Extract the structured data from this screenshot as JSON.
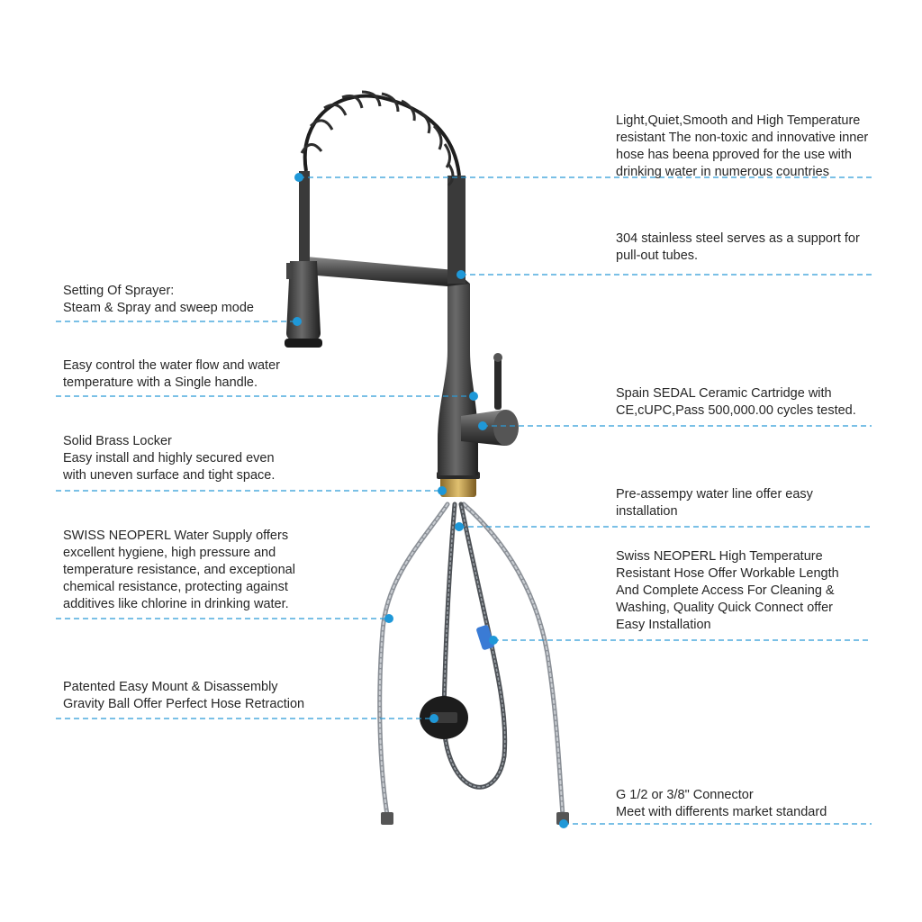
{
  "accent_color": "#1f98d8",
  "callouts": [
    {
      "id": "inner-hose",
      "side": "right",
      "text": "Light,Quiet,Smooth and High Temperature\nresistant The non-toxic and innovative inner\nhose has beena pproved for the use with\ndrinking water in numerous countries"
    },
    {
      "id": "stainless-support",
      "side": "right",
      "text": "304 stainless steel serves as a support for\npull-out tubes."
    },
    {
      "id": "sprayer-setting",
      "side": "left",
      "text": "Setting Of Sprayer:\nSteam & Spray and sweep mode"
    },
    {
      "id": "single-handle",
      "side": "left",
      "text": "Easy control the water flow and water\ntemperature with a Single handle."
    },
    {
      "id": "ceramic-cartridge",
      "side": "right",
      "text": "Spain SEDAL Ceramic Cartridge with\nCE,cUPC,Pass 500,000.00 cycles tested."
    },
    {
      "id": "brass-locker",
      "side": "left",
      "text": "Solid Brass Locker\nEasy install and highly secured even\nwith uneven surface and tight space."
    },
    {
      "id": "water-line",
      "side": "right",
      "text": "Pre-assempy water line offer easy\ninstallation"
    },
    {
      "id": "neoperl-supply",
      "side": "left",
      "text": "SWISS NEOPERL Water Supply offers\nexcellent hygiene, high pressure and\ntemperature resistance, and exceptional\nchemical resistance, protecting against\nadditives like chlorine in drinking water."
    },
    {
      "id": "neoperl-hose",
      "side": "right",
      "text": "Swiss NEOPERL High Temperature\nResistant Hose Offer Workable Length\nAnd Complete Access For Cleaning &\nWashing, Quality Quick Connect offer\nEasy Installation"
    },
    {
      "id": "gravity-ball",
      "side": "left",
      "text": "Patented Easy Mount & Disassembly\nGravity Ball Offer Perfect Hose Retraction"
    },
    {
      "id": "connector",
      "side": "right",
      "text": "G 1/2 or 3/8\" Connector\nMeet with differents market standard"
    }
  ]
}
